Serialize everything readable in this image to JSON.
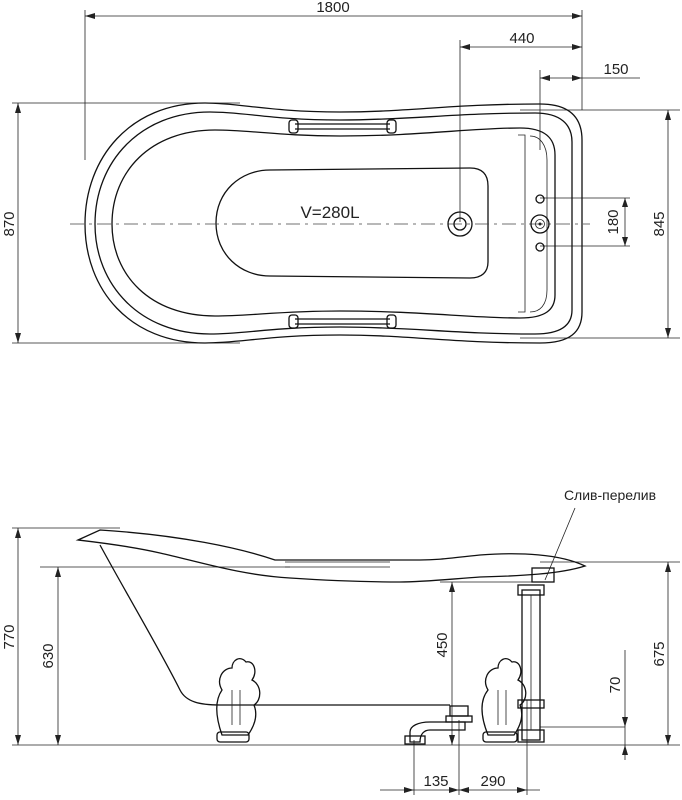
{
  "top_view": {
    "volume_label": "V=280L",
    "dimensions": {
      "length": "1800",
      "width": "870",
      "inner_width": "845",
      "drain_offset": "440",
      "overflow_offset": "150",
      "tap_spacing": "180"
    }
  },
  "side_view": {
    "callout_label": "Слив-перелив",
    "dimensions": {
      "total_height": "770",
      "rim_height": "630",
      "drain_height": "450",
      "overflow_height": "675",
      "outlet_height": "70",
      "drain_spacing_a": "135",
      "drain_spacing_b": "290"
    }
  }
}
